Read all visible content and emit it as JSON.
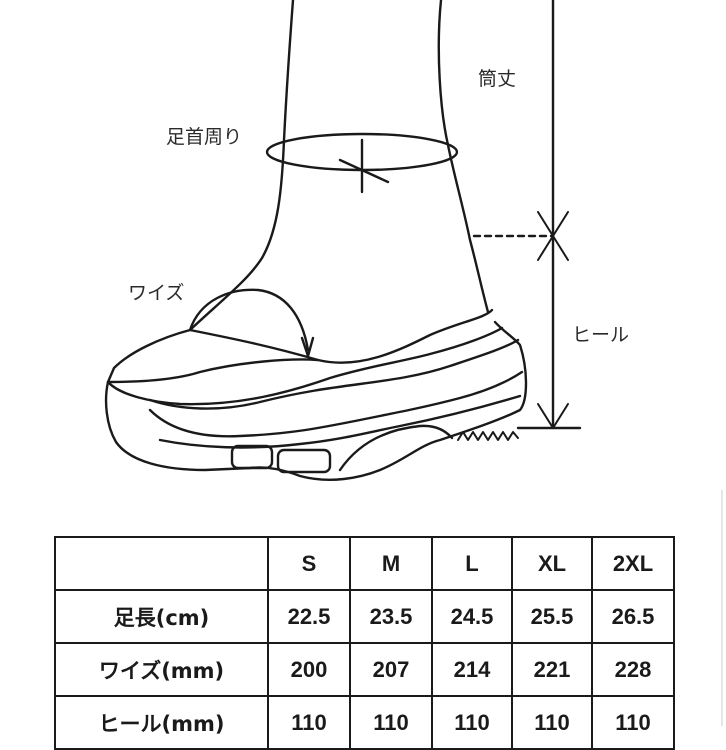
{
  "diagram": {
    "labels": {
      "shaft": "筒丈",
      "ankle": "足首周り",
      "width": "ワイズ",
      "heel": "ヒール"
    }
  },
  "table": {
    "sizes": [
      "S",
      "M",
      "L",
      "XL",
      "2XL"
    ],
    "rows": [
      {
        "label": "足長(cm)",
        "values": [
          "22.5",
          "23.5",
          "24.5",
          "25.5",
          "26.5"
        ]
      },
      {
        "label": "ワイズ(mm)",
        "values": [
          "200",
          "207",
          "214",
          "221",
          "228"
        ]
      },
      {
        "label": "ヒール(mm)",
        "values": [
          "110",
          "110",
          "110",
          "110",
          "110"
        ]
      }
    ]
  }
}
